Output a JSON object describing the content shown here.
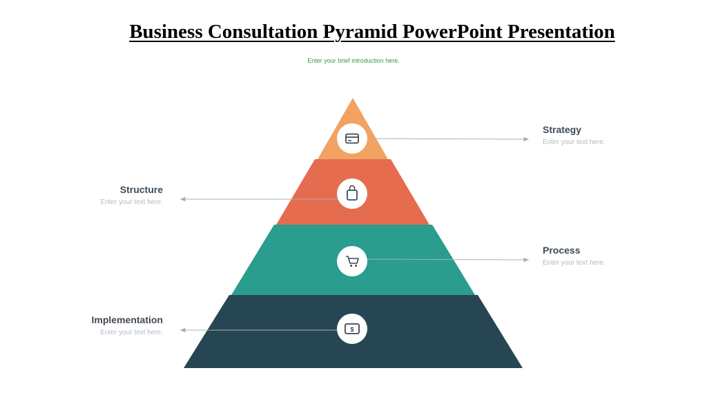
{
  "slide": {
    "title": "Business Consultation  Pyramid PowerPoint Presentation",
    "intro": "Enter your brief introduction here."
  },
  "levels": [
    {
      "heading": "Strategy",
      "text": "Enter your text here.",
      "color": "#f2a262",
      "icon": "credit-card-icon"
    },
    {
      "heading": "Structure",
      "text": "Enter your text here.",
      "color": "#e56c4f",
      "icon": "shopping-bag-icon"
    },
    {
      "heading": "Process",
      "text": "Enter your text here.",
      "color": "#2a9d8f",
      "icon": "shopping-cart-icon"
    },
    {
      "heading": "Implementation",
      "text": "Enter your text here.",
      "color": "#264653",
      "icon": "money-bill-icon"
    }
  ]
}
